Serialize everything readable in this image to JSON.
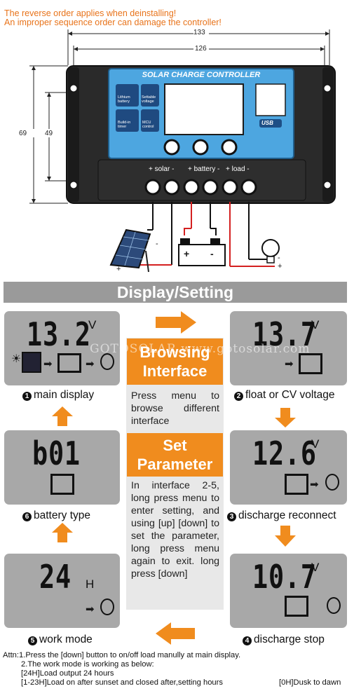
{
  "warning": {
    "line1": "The reverse order applies when deinstalling!",
    "line2": "An improper sequence order can damage the controller!"
  },
  "dimensions": {
    "outer_width": "133",
    "inner_width": "126",
    "outer_height": "69",
    "inner_height": "49"
  },
  "controller": {
    "title": "SOLAR CHARGE CONTROLLER",
    "features": [
      {
        "icon": "battery-icon",
        "label1": "Lithium",
        "label2": "battery"
      },
      {
        "icon": "gear-icon",
        "label1": "Settable",
        "label2": "voltage"
      },
      {
        "icon": "clock-icon",
        "label1": "Build-in",
        "label2": "timer"
      },
      {
        "icon": "chip-icon",
        "label1": "MCU",
        "label2": "control"
      }
    ],
    "usb_label": "USB",
    "terminal_groups": [
      "+ solar -",
      "+ battery -",
      "+ load -"
    ]
  },
  "wiring": {
    "plus": "+",
    "minus": "-"
  },
  "section_title": "Display/Setting",
  "watermark": "GOTOSOLAR  www.gotosolar.com",
  "screens": [
    {
      "id": 1,
      "value": "13.2",
      "unit": "V",
      "caption": "main display"
    },
    {
      "id": 2,
      "value": "13.7",
      "unit": "V",
      "caption": "float or CV voltage"
    },
    {
      "id": 3,
      "value": "12.6",
      "unit": "V",
      "caption": "discharge reconnect"
    },
    {
      "id": 4,
      "value": "10.7",
      "unit": "V",
      "caption": "discharge stop"
    },
    {
      "id": 5,
      "value": "24",
      "unit": "H",
      "caption": "work mode"
    },
    {
      "id": 6,
      "value": "b01",
      "unit": "",
      "caption": "battery type"
    }
  ],
  "numbers": [
    "1",
    "2",
    "3",
    "4",
    "5",
    "6"
  ],
  "browsing": {
    "title_line1": "Browsing",
    "title_line2": "Interface",
    "desc": "Press menu to browse different interface"
  },
  "set_param": {
    "title_line1": "Set",
    "title_line2": "Parameter",
    "desc": "In interface 2-5, long press menu to enter setting, and using [up] [down] to set the parameter, long press menu again to exit. long press [down]"
  },
  "attn": {
    "line1": "Attn:1.Press the [down] button to on/off load manully at main display.",
    "line2": "2.The work mode is working as below:",
    "line3": "[24H]Load output 24 hours",
    "line4a": "[1-23H]Load on after sunset and closed after,setting hours",
    "line4b": "[0H]Dusk to dawn"
  },
  "colors": {
    "orange": "#f08c1e",
    "blue_panel": "#4da6e0",
    "gray_panel": "#a8a8a8",
    "warning": "#e8731a"
  }
}
